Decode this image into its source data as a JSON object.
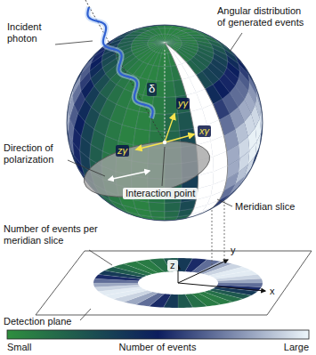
{
  "diagram": {
    "labels": [
      "Incident photon",
      "δ",
      "Angular distribution of generated events",
      "Direction of polarization",
      "zγ",
      "yγ",
      "xγ",
      "Interaction point",
      "Meridian slice",
      "Number of events per meridian slice",
      "z",
      "y",
      "x",
      "Detection plane",
      "Small",
      "Number of events",
      "Large"
    ]
  }
}
